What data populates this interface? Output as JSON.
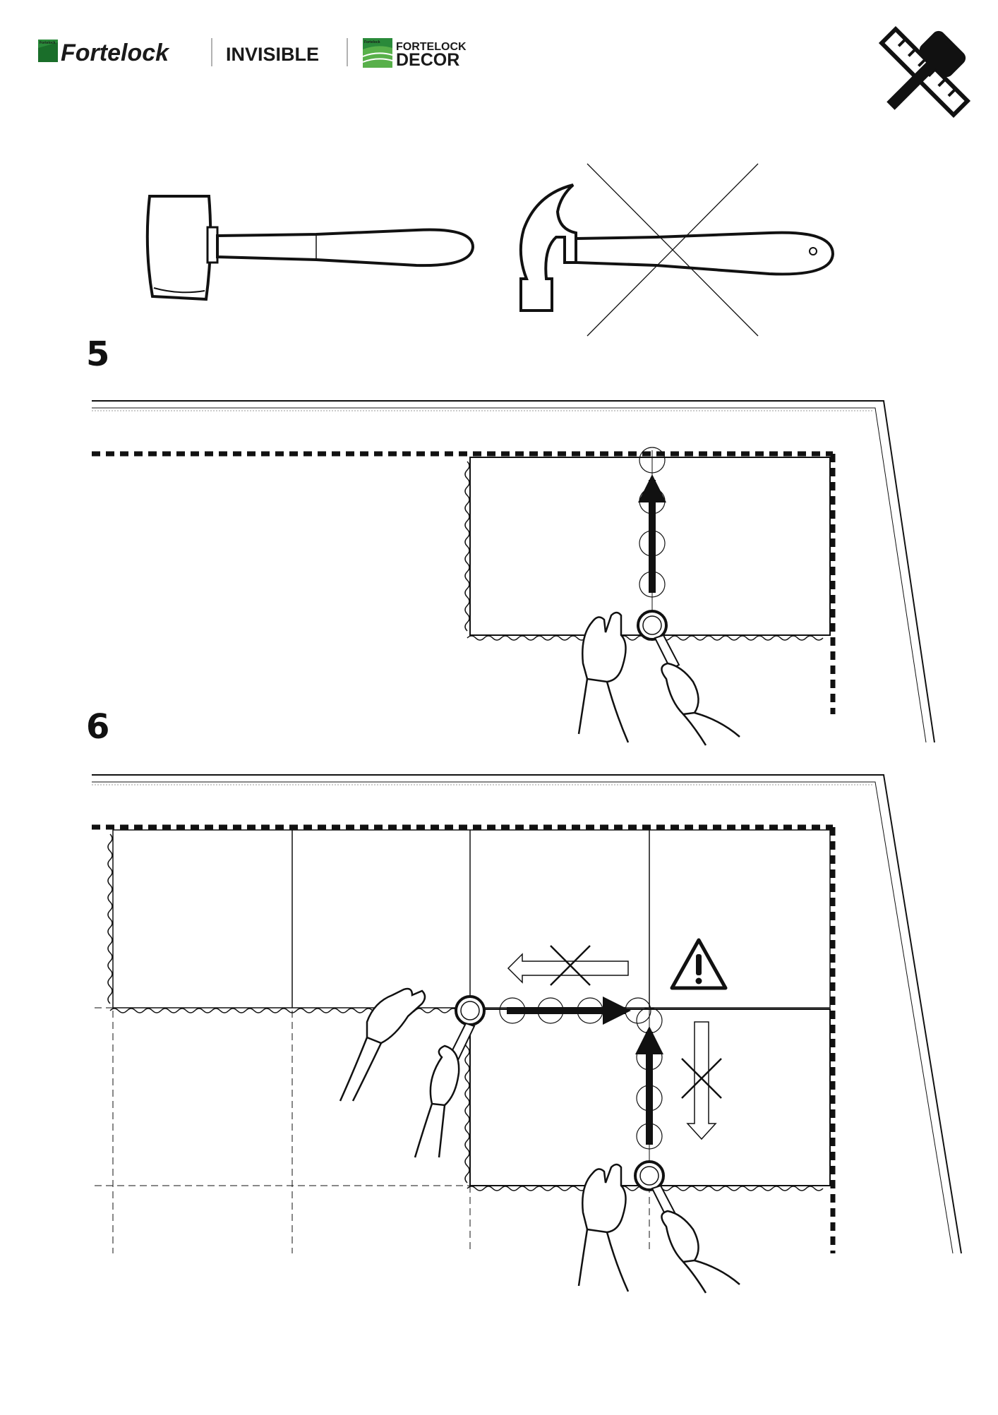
{
  "header": {
    "brand_name": "Fortelock",
    "brand_small": "Fortelock",
    "product_line": "INVISIBLE",
    "decor_top": "FORTELOCK",
    "decor_bottom": "DECOR",
    "decor_small": "Fortelock",
    "tools_icon": "hammer-and-ruler-icon"
  },
  "tools": {
    "correct": "rubber-mallet-icon",
    "incorrect": "claw-hammer-icon"
  },
  "steps": [
    {
      "number": "5"
    },
    {
      "number": "6"
    }
  ],
  "colors": {
    "brand_green": "#2a8a3a",
    "ink": "#111111"
  }
}
